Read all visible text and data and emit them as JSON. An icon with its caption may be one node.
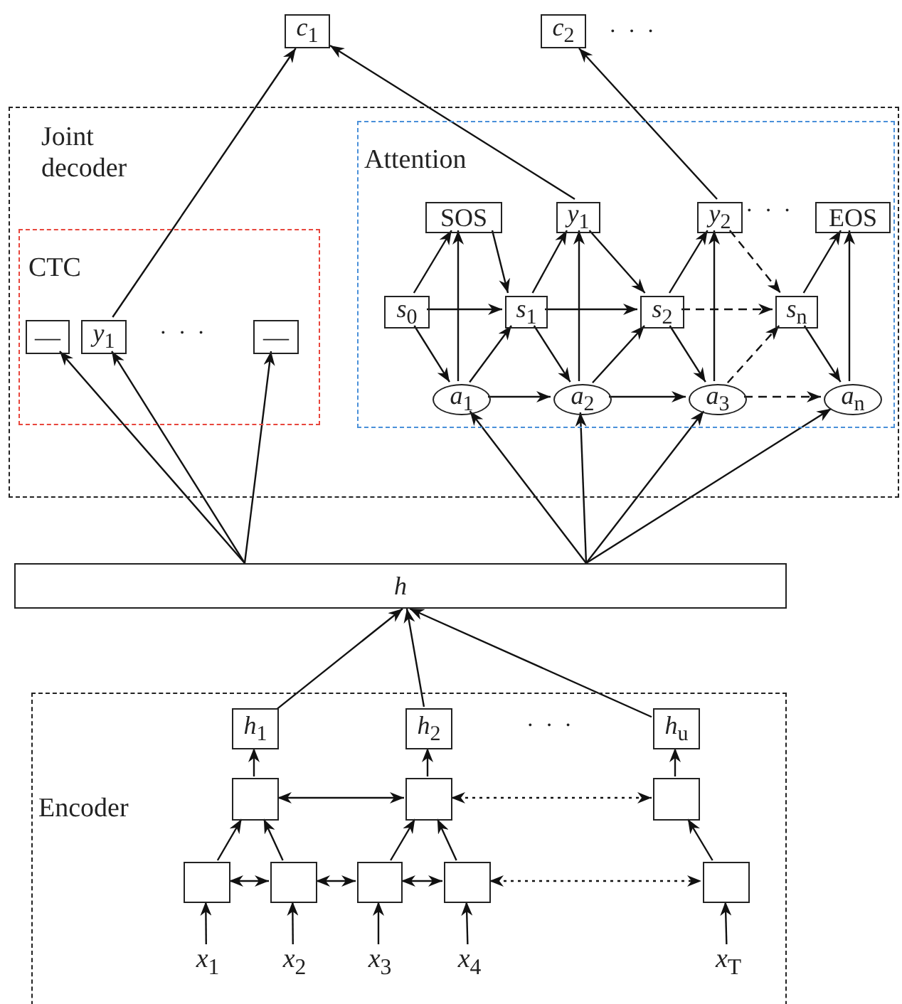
{
  "diagram": {
    "nodes": [
      {
        "text": [
          "*c*$_{1}$"
        ]
      },
      {
        "text": [
          "*c*$_{2}$"
        ]
      },
      {
        "text": [
          "Joint decoder"
        ]
      },
      {
        "text": [
          "CTC"
        ],
        "in": 2
      },
      {
        "text": [
          "—"
        ],
        "in": 3
      },
      {
        "text": [
          "*y*$_{1}$"
        ],
        "in": 3
      },
      {
        "text": [
          "—"
        ],
        "in": 3
      },
      {
        "text": [
          "Attention"
        ],
        "in": 2
      },
      {
        "text": [
          "SOS"
        ],
        "in": 7
      },
      {
        "text": [
          "*y*$_{1}$"
        ],
        "in": 7
      },
      {
        "text": [
          "*y*$_{2}$"
        ],
        "in": 7
      },
      {
        "text": [
          "EOS"
        ],
        "in": 7
      },
      {
        "text": [
          "*s*$_{0}$"
        ],
        "in": 7
      },
      {
        "text": [
          "*s*$_{1}$"
        ],
        "in": 7
      },
      {
        "text": [
          "*s*$_{2}$"
        ],
        "in": 7
      },
      {
        "text": [
          "*s*$_{n}$"
        ],
        "in": 7
      },
      {
        "text": [
          "*a*$_{1}$"
        ],
        "in": 7
      },
      {
        "text": [
          "*a*$_{2}$"
        ],
        "in": 7
      },
      {
        "text": [
          "*a*$_{3}$"
        ],
        "in": 7
      },
      {
        "text": [
          "*a*$_{n}$"
        ],
        "in": 7
      },
      {
        "text": [
          "h"
        ]
      },
      {
        "text": [
          "Encoder"
        ]
      },
      {
        "text": [
          "*h*$_{1}$"
        ],
        "in": 21
      },
      {
        "text": [
          "*h*$_{2}$"
        ],
        "in": 21
      },
      {
        "text": [
          "*h*$_{u}$"
        ],
        "in": 21
      },
      {
        "text": [],
        "shape": "box",
        "in": 21
      },
      {
        "text": [],
        "shape": "box",
        "in": 21
      },
      {
        "text": [],
        "shape": "box",
        "in": 21
      },
      {
        "text": [],
        "shape": "box",
        "in": 21
      },
      {
        "text": [],
        "shape": "box",
        "in": 21
      },
      {
        "text": [],
        "shape": "box",
        "in": 21
      },
      {
        "text": [],
        "shape": "box",
        "in": 21
      },
      {
        "text": [],
        "shape": "box",
        "in": 21
      },
      {
        "text": [
          "*x*$_{1}$"
        ],
        "in": 21
      },
      {
        "text": [
          "*x*$_{2}$"
        ],
        "in": 21
      },
      {
        "text": [
          "*x*$_{3}$"
        ],
        "in": 21
      },
      {
        "text": [
          "*x*$_{4}$"
        ],
        "in": 21
      },
      {
        "text": [
          "*x*$_{T}$"
        ],
        "in": 21
      }
    ],
    "edges": [
      {
        "from": 5,
        "to": 0,
        "arrow": "to"
      },
      {
        "from": 9,
        "to": 0,
        "arrow": "to"
      },
      {
        "from": 10,
        "to": 1,
        "arrow": "to"
      },
      {
        "from": 20,
        "to": 4,
        "arrow": "to"
      },
      {
        "from": 20,
        "to": 5,
        "arrow": "to"
      },
      {
        "from": 20,
        "to": 6,
        "arrow": "to"
      },
      {
        "from": 20,
        "to": 16,
        "arrow": "to"
      },
      {
        "from": 20,
        "to": 17,
        "arrow": "to"
      },
      {
        "from": 20,
        "to": 18,
        "arrow": "to"
      },
      {
        "from": 20,
        "to": 19,
        "arrow": "to"
      },
      {
        "from": 12,
        "to": 8,
        "arrow": "to"
      },
      {
        "from": 12,
        "to": 13,
        "arrow": "to"
      },
      {
        "from": 12,
        "to": 16,
        "arrow": "to"
      },
      {
        "from": 16,
        "to": 8,
        "arrow": "to"
      },
      {
        "from": 16,
        "to": 13,
        "arrow": "to"
      },
      {
        "from": 16,
        "to": 17,
        "arrow": "to"
      },
      {
        "from": 8,
        "to": 13,
        "arrow": "to"
      },
      {
        "from": 13,
        "to": 9,
        "arrow": "to"
      },
      {
        "from": 13,
        "to": 14,
        "arrow": "to"
      },
      {
        "from": 13,
        "to": 17,
        "arrow": "to"
      },
      {
        "from": 17,
        "to": 9,
        "arrow": "to"
      },
      {
        "from": 17,
        "to": 14,
        "arrow": "to"
      },
      {
        "from": 17,
        "to": 18,
        "arrow": "to"
      },
      {
        "from": 9,
        "to": 14,
        "arrow": "to"
      },
      {
        "from": 14,
        "to": 10,
        "arrow": "to"
      },
      {
        "from": 14,
        "to": 15,
        "arrow": "to",
        "style": "dashed"
      },
      {
        "from": 14,
        "to": 18,
        "arrow": "to"
      },
      {
        "from": 18,
        "to": 10,
        "arrow": "to"
      },
      {
        "from": 18,
        "to": 15,
        "arrow": "to",
        "style": "dashed"
      },
      {
        "from": 18,
        "to": 19,
        "arrow": "to",
        "style": "dashed"
      },
      {
        "from": 10,
        "to": 15,
        "arrow": "to",
        "style": "dashed"
      },
      {
        "from": 15,
        "to": 11,
        "arrow": "to"
      },
      {
        "from": 15,
        "to": 19,
        "arrow": "to"
      },
      {
        "from": 19,
        "to": 11,
        "arrow": "to"
      },
      {
        "from": 22,
        "to": 20,
        "arrow": "to"
      },
      {
        "from": 23,
        "to": 20,
        "arrow": "to"
      },
      {
        "from": 24,
        "to": 20,
        "arrow": "to"
      },
      {
        "from": 25,
        "to": 22,
        "arrow": "to"
      },
      {
        "from": 26,
        "to": 23,
        "arrow": "to"
      },
      {
        "from": 27,
        "to": 24,
        "arrow": "to"
      },
      {
        "from": 25,
        "to": 26,
        "arrow": "both"
      },
      {
        "from": 26,
        "to": 27,
        "arrow": "both",
        "style": "dashed"
      },
      {
        "from": 28,
        "to": 25,
        "arrow": "to"
      },
      {
        "from": 29,
        "to": 25,
        "arrow": "to"
      },
      {
        "from": 30,
        "to": 26,
        "arrow": "to"
      },
      {
        "from": 31,
        "to": 26,
        "arrow": "to"
      },
      {
        "from": 32,
        "to": 27,
        "arrow": "to"
      },
      {
        "from": 28,
        "to": 29,
        "arrow": "both"
      },
      {
        "from": 29,
        "to": 30,
        "arrow": "both"
      },
      {
        "from": 30,
        "to": 31,
        "arrow": "both"
      },
      {
        "from": 31,
        "to": 32,
        "arrow": "both",
        "style": "dashed"
      },
      {
        "from": 33,
        "to": 28,
        "arrow": "to"
      },
      {
        "from": 34,
        "to": 29,
        "arrow": "to"
      },
      {
        "from": 35,
        "to": 30,
        "arrow": "to"
      },
      {
        "from": 36,
        "to": 31,
        "arrow": "to"
      },
      {
        "from": 37,
        "to": 32,
        "arrow": "to"
      }
    ],
    "labels": [
      "· · ·",
      "· · ·",
      "· · ·",
      "· · ·"
    ]
  }
}
